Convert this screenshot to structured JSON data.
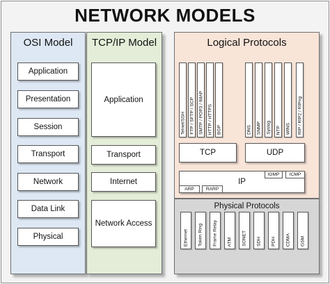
{
  "title": "NETWORK MODELS",
  "colors": {
    "osi_panel": "#dde8f4",
    "tcpip_panel": "#e4edd8",
    "logical_panel": "#f9e4d8",
    "physical_panel": "#d6d6d6"
  },
  "osi": {
    "title": "OSI Model",
    "layers": [
      "Application",
      "Presentation",
      "Session",
      "Transport",
      "Network",
      "Data Link",
      "Physical"
    ]
  },
  "tcpip": {
    "title": "TCP/IP Model",
    "layers": [
      "Application",
      "Transport",
      "Internet",
      "Network Access"
    ]
  },
  "logical": {
    "title": "Logical Protocols",
    "tcp_apps": [
      "Telnet/SSH",
      "FTP / SFTP / SCP",
      "SMTP / POP3 / IMAP",
      "HTTP / HTTPS",
      "BGP"
    ],
    "udp_apps": [
      "DNS",
      "SNMP",
      "Syslog",
      "NTP",
      "WINS",
      "RIP / RIP2 / RIPng"
    ],
    "tcp": "TCP",
    "udp": "UDP",
    "ip": "IP",
    "igmp": "IGMP",
    "icmp": "ICMP",
    "arp": "ARP",
    "rarp": "RARP"
  },
  "physical": {
    "title": "Physical Protocols",
    "items": [
      "Ethernet",
      "Token Ring",
      "Frame Relay",
      "ATM",
      "SONET",
      "SDH",
      "PDH",
      "CDMA",
      "GSM"
    ]
  }
}
